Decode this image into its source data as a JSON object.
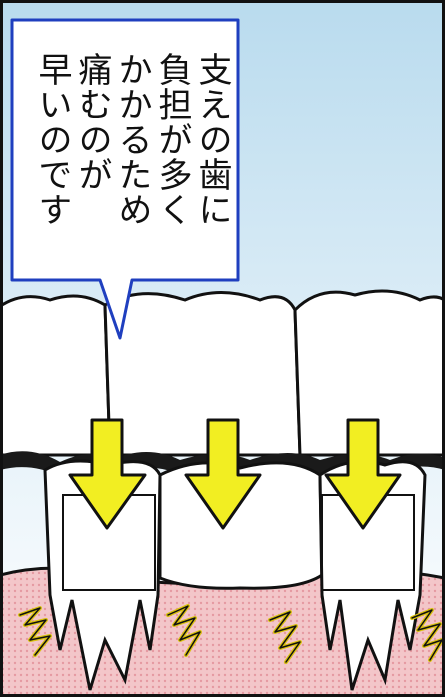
{
  "caption": {
    "lines": [
      "支えの歯に",
      "負担が多く",
      "かかるため",
      "痛むのが",
      "早いのです"
    ]
  },
  "colors": {
    "bubble_border": "#1f3fbf",
    "arrow_fill": "#f2ee22",
    "gum_fill": "#f3c6c9",
    "sky_top": "#b9dbee",
    "squiggle": "#d9c20c"
  },
  "icons": {
    "arrow": "down-arrow-icon",
    "pain": "pain-squiggle-icon"
  }
}
